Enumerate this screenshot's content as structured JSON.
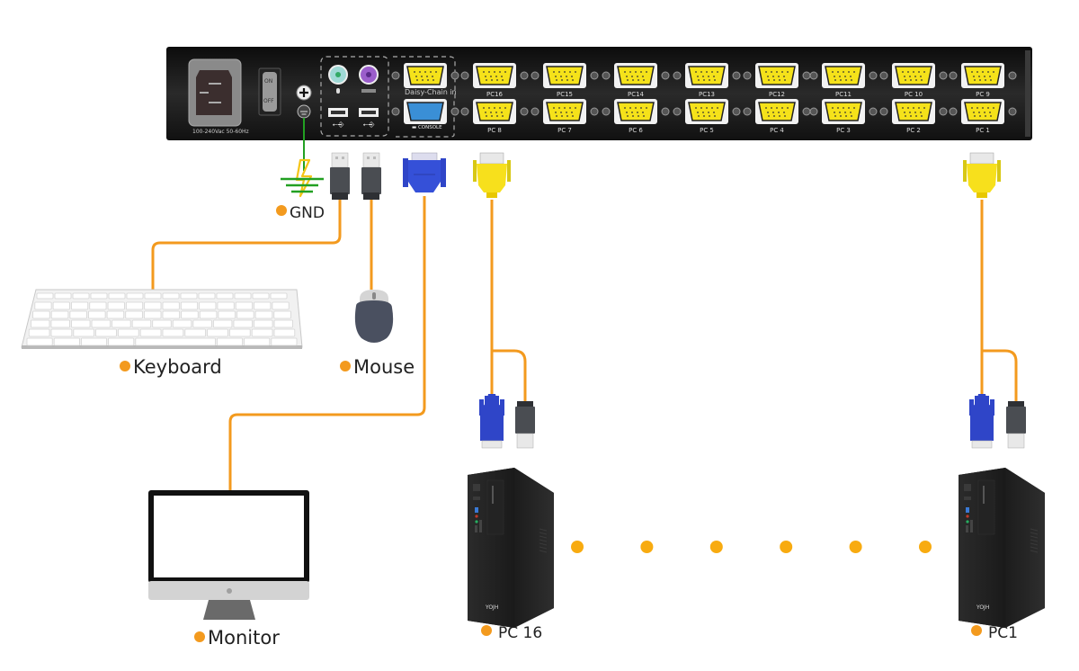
{
  "diagram": {
    "title": "16-Port KVM Switch Connection Diagram",
    "colors": {
      "cable": "#f39a1e",
      "ground_wire": "#22a022",
      "vga_pc_port": "#f5e21a",
      "console_port": "#3a8fd6",
      "connector_blue": "#2f45c8",
      "connector_yellow": "#f7e01c",
      "usb_connector": "#4a4d52",
      "panel": "#1a1a1a",
      "label_dot": "#f39a1e"
    },
    "kvm_panel": {
      "power_label": "100-240Vac 50-60Hz",
      "switch_on": "ON",
      "switch_off": "OFF",
      "daisy_chain_label": "Daisy-Chain in",
      "console_label": "CONSOLE",
      "top_row_ports": [
        "PC16",
        "PC15",
        "PC14",
        "PC13",
        "PC12",
        "PC11",
        "PC 10",
        "PC 9"
      ],
      "bottom_row_ports": [
        "PC 8",
        "PC 7",
        "PC 6",
        "PC 5",
        "PC 4",
        "PC 3",
        "PC 2",
        "PC 1"
      ]
    },
    "devices": {
      "gnd": "GND",
      "keyboard": "Keyboard",
      "mouse": "Mouse",
      "monitor": "Monitor",
      "pc_left": "PC 16",
      "pc_right": "PC1",
      "pc_brand": "YOJH"
    },
    "ellipsis_dot_count": 6
  }
}
